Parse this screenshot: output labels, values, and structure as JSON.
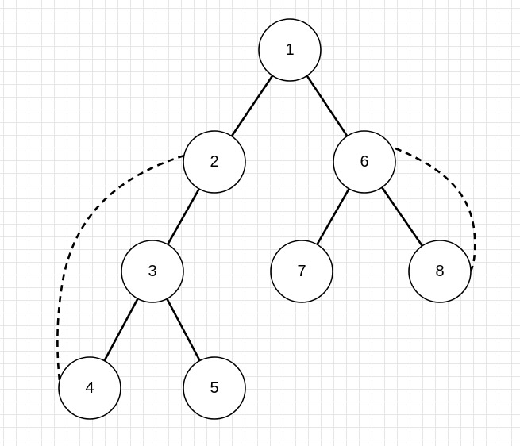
{
  "tree": {
    "nodes": [
      {
        "id": "1",
        "label": "1"
      },
      {
        "id": "2",
        "label": "2"
      },
      {
        "id": "6",
        "label": "6"
      },
      {
        "id": "3",
        "label": "3"
      },
      {
        "id": "7",
        "label": "7"
      },
      {
        "id": "8",
        "label": "8"
      },
      {
        "id": "4",
        "label": "4"
      },
      {
        "id": "5",
        "label": "5"
      }
    ],
    "edges": [
      {
        "from": "1",
        "to": "2"
      },
      {
        "from": "1",
        "to": "6"
      },
      {
        "from": "2",
        "to": "3"
      },
      {
        "from": "6",
        "to": "7"
      },
      {
        "from": "6",
        "to": "8"
      },
      {
        "from": "3",
        "to": "4"
      },
      {
        "from": "3",
        "to": "5"
      }
    ],
    "dashed_links": [
      {
        "from": "2",
        "to": "4"
      },
      {
        "from": "6",
        "to": "8"
      }
    ]
  },
  "colors": {
    "stroke": "#000000",
    "node_fill": "#ffffff",
    "grid": "#e6e6e6",
    "background": "#ffffff"
  }
}
